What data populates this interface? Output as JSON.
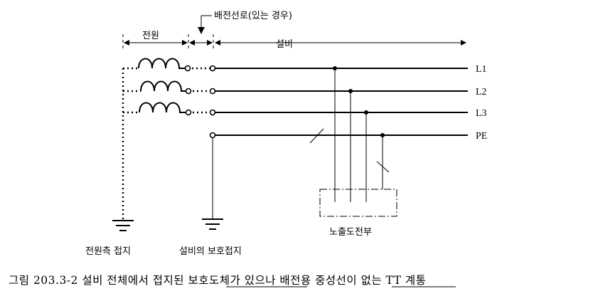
{
  "labels": {
    "distribution_line": "배전선로(있는 경우)",
    "source": "전원",
    "installation": "설비",
    "source_earth": "전원측 접지",
    "installation_earth": "설비의 보호접지",
    "exposed_parts": "노출도전부"
  },
  "terminals": {
    "l1": "L1",
    "l2": "L2",
    "l3": "L3",
    "pe": "PE"
  },
  "caption": "그림 203.3-2 설비 전체에서 접지된 보호도체가 있으나 배전용 중성선이 없는 TT 계통"
}
